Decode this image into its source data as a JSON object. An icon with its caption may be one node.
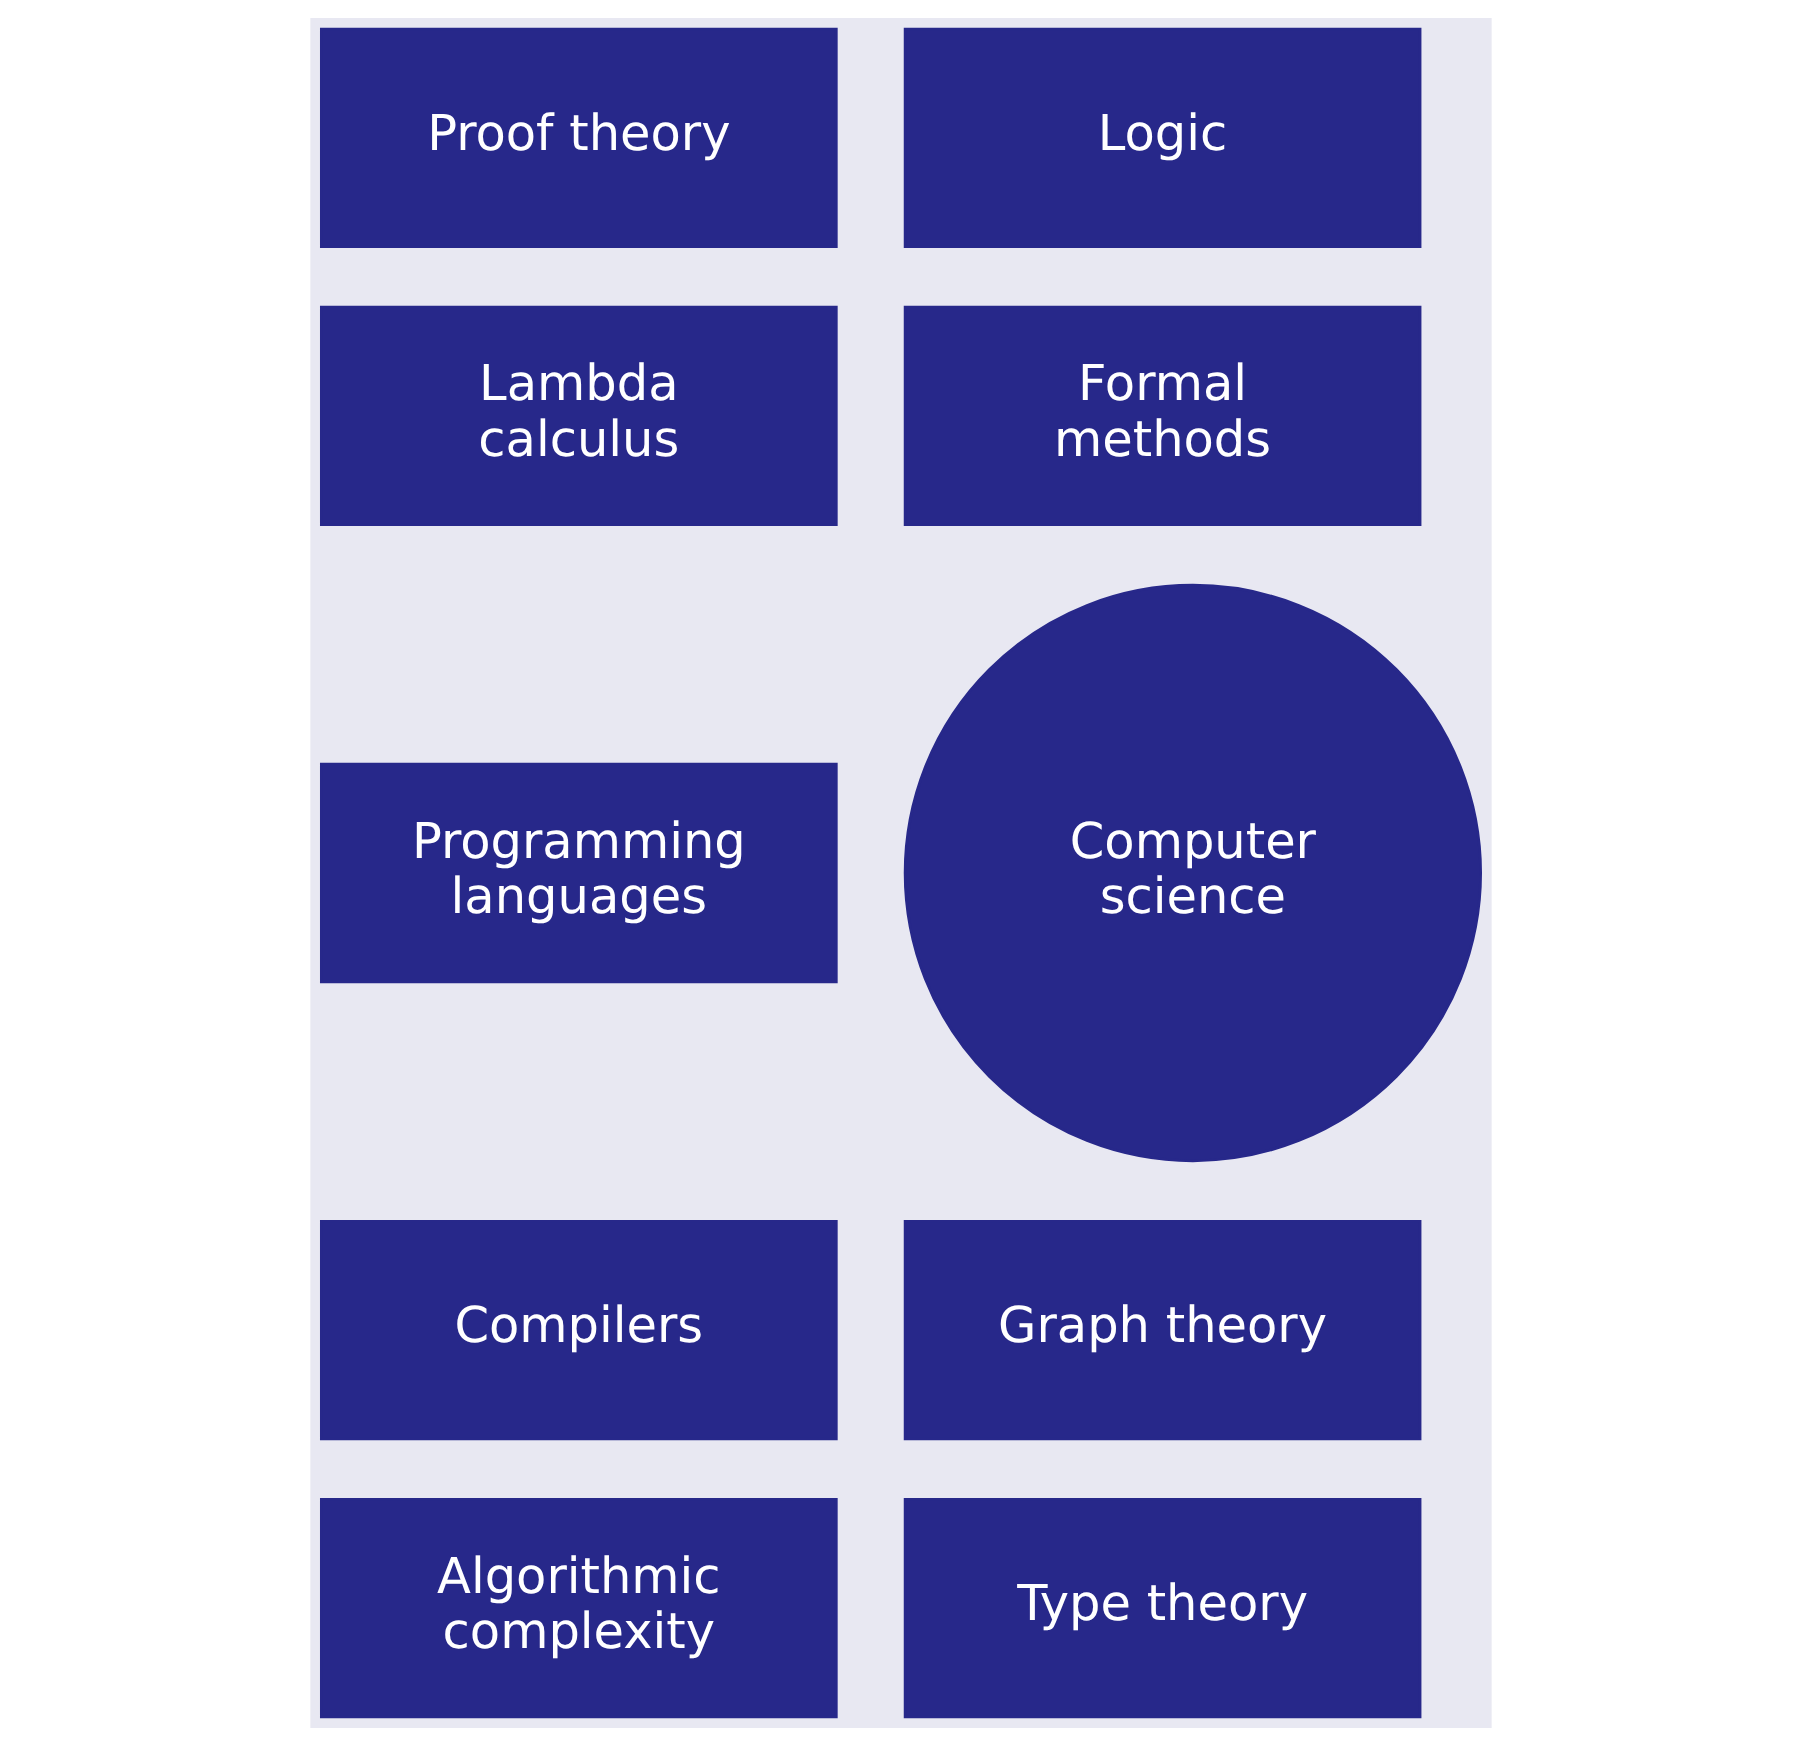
{
  "diagram": {
    "nodes": [
      {
        "text": [
          "Proof theory"
        ]
      },
      {
        "text": [
          "Logic"
        ]
      },
      {
        "text": [
          "Formal methods"
        ]
      },
      {
        "text": [
          "Lambda calculus"
        ]
      },
      {
        "text": [
          "Programming languages"
        ]
      },
      {
        "text": [
          "Computer science"
        ]
      },
      {
        "text": [
          "Compilers"
        ]
      },
      {
        "text": [
          "Graph theory"
        ]
      },
      {
        "text": [
          "Algorithmic complexity"
        ]
      },
      {
        "text": [
          "Type theory"
        ]
      }
    ]
  }
}
